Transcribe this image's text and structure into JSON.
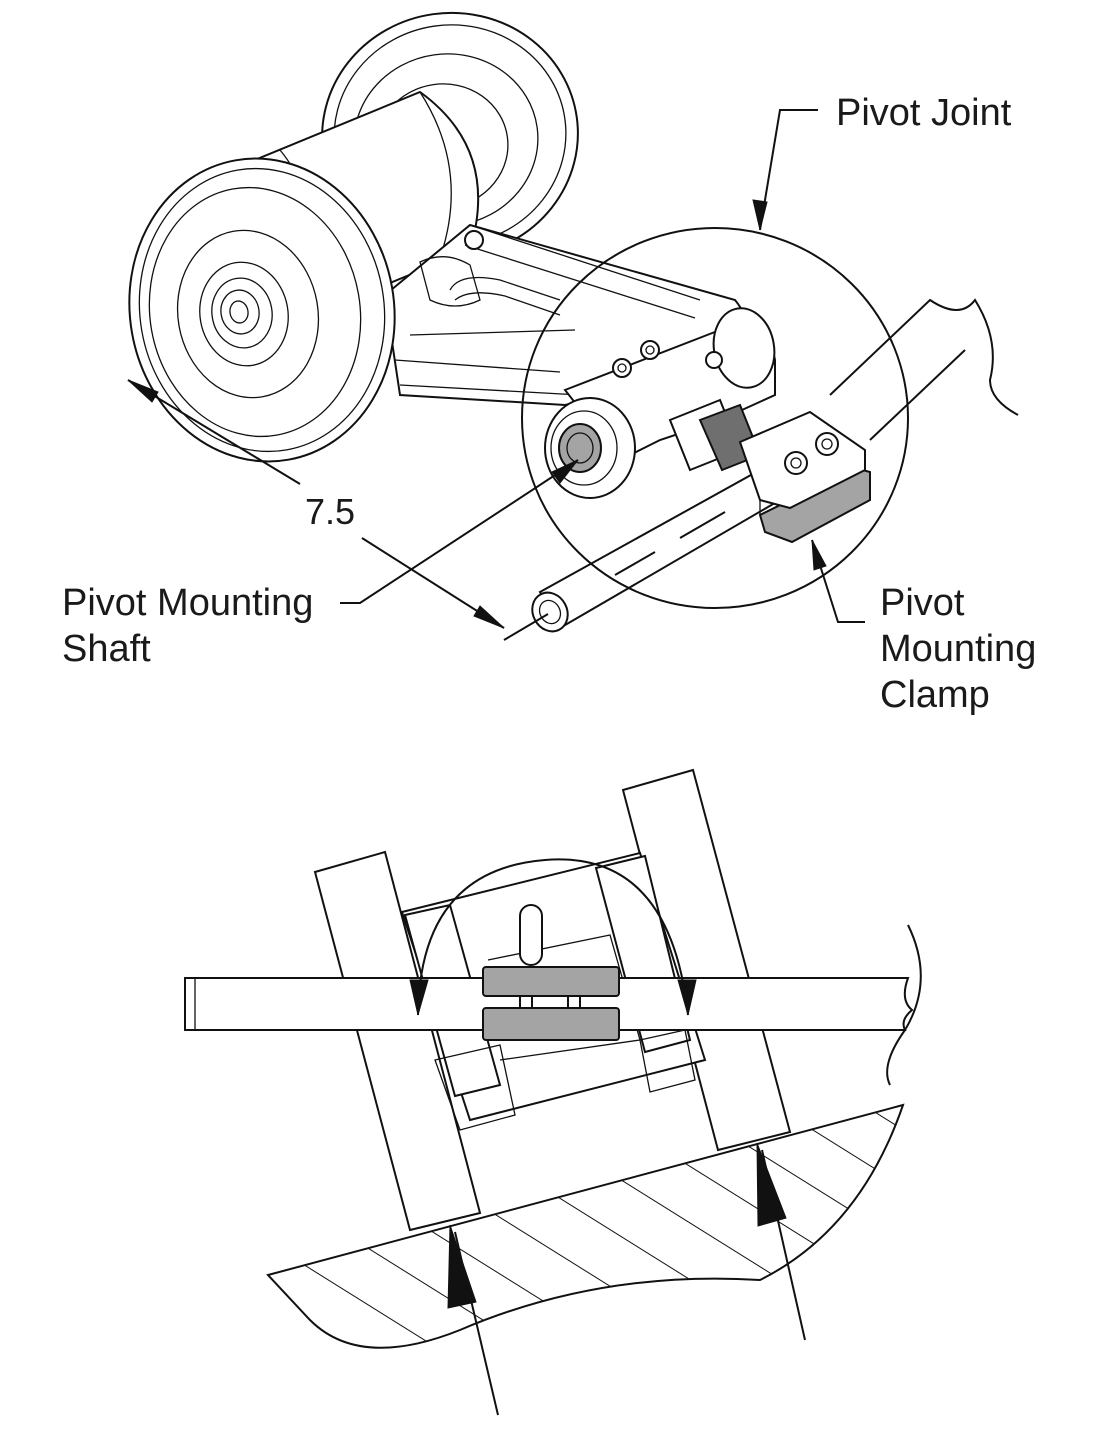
{
  "labels": {
    "pivot_joint": "Pivot Joint",
    "dimension": "7.5",
    "pivot_mounting_shaft": [
      "Pivot Mounting",
      "Shaft"
    ],
    "pivot_mounting_clamp": [
      "Pivot",
      "Mounting",
      "Clamp"
    ]
  },
  "colors": {
    "line": "#111111",
    "clamp_fill": "#a4a4a4",
    "background": "#ffffff"
  }
}
